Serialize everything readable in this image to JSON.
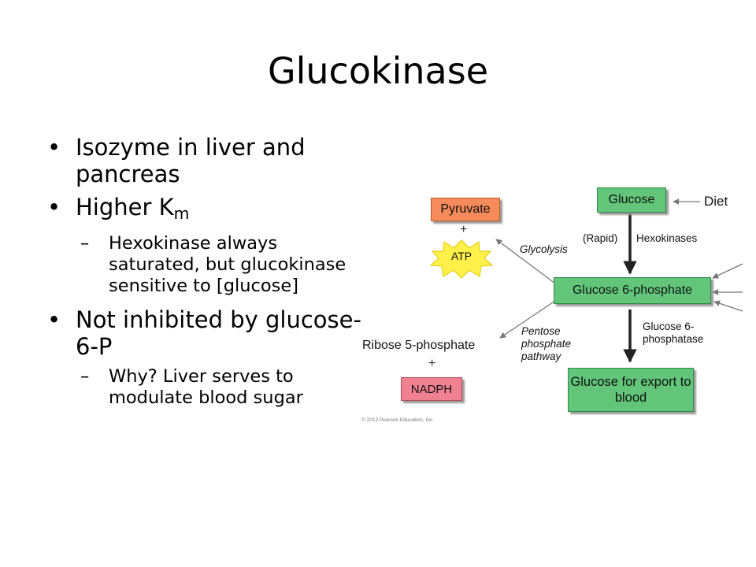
{
  "slide": {
    "title": "Glucokinase"
  },
  "bullets": {
    "b1": "Isozyme in liver and pancreas",
    "b2_main": "Higher K",
    "b2_sub": "m",
    "b2_sub1": "Hexokinase always saturated, but glucokinase sensitive to [glucose]",
    "b3": "Not inhibited by glucose-6-P",
    "b3_sub1": "Why?  Liver serves to modulate blood sugar"
  },
  "diagram": {
    "glucose": "Glucose",
    "diet": "Diet",
    "rapid": "(Rapid)",
    "hexokinases": "Hexokinases",
    "pyruvate": "Pyruvate",
    "plus": "+",
    "atp": "ATP",
    "glycolysis": "Glycolysis",
    "g6p": "Glucose 6-phosphate",
    "ribose": "Ribose 5-phosphate",
    "pentose": "Pentose phosphate pathway",
    "g6pase": "Glucose 6-phosphatase",
    "nadph": "NADPH",
    "export": "Glucose for export to blood",
    "copyright": "© 2012 Pearson Education, Inc."
  }
}
